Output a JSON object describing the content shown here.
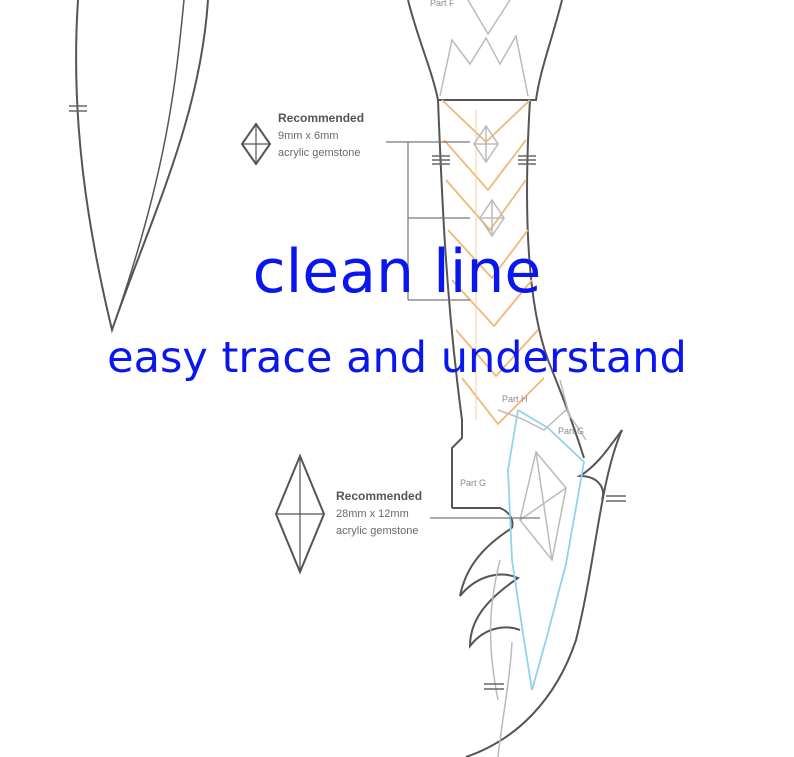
{
  "overlay": {
    "headline": "clean line",
    "subheadline": "easy trace and understand",
    "text_color": "#0a16ee"
  },
  "pattern": {
    "line_colors": {
      "outline": "#555555",
      "guide": "#bbbbbb",
      "fold_orange": "#f2b777",
      "fold_blue": "#8fd3ee"
    },
    "part_labels": {
      "top": "Part F",
      "part_h": "Part H",
      "part_g_right": "Part G",
      "part_g_left": "Part G"
    },
    "notes": [
      {
        "title": "Recommended",
        "size": "9mm x 6mm",
        "material": "acrylic gemstone"
      },
      {
        "title": "Recommended",
        "size": "28mm x 12mm",
        "material": "acrylic gemstone"
      }
    ]
  }
}
